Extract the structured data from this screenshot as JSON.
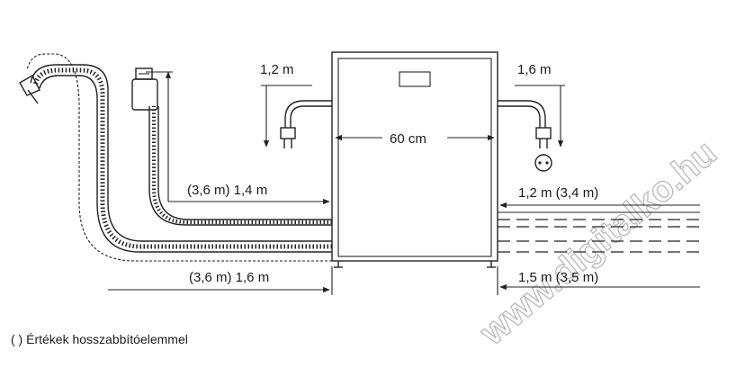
{
  "labels": {
    "left_cord": "1,2 m",
    "right_cord": "1,6 m",
    "width": "60 cm",
    "drain_hose": "(3,6 m) 1,4 m",
    "inlet_hose_left": "(3,6 m) 1,6 m",
    "right_upper": "1,2 m (3,4 m)",
    "right_lower": "1,5 m (3,5 m)"
  },
  "note": "( ) Értékek hosszabbítóelemmel",
  "watermark": "www.digitalko.hu",
  "colors": {
    "line": "#222222",
    "watermark": "#b9b9b9",
    "background": "#ffffff"
  }
}
